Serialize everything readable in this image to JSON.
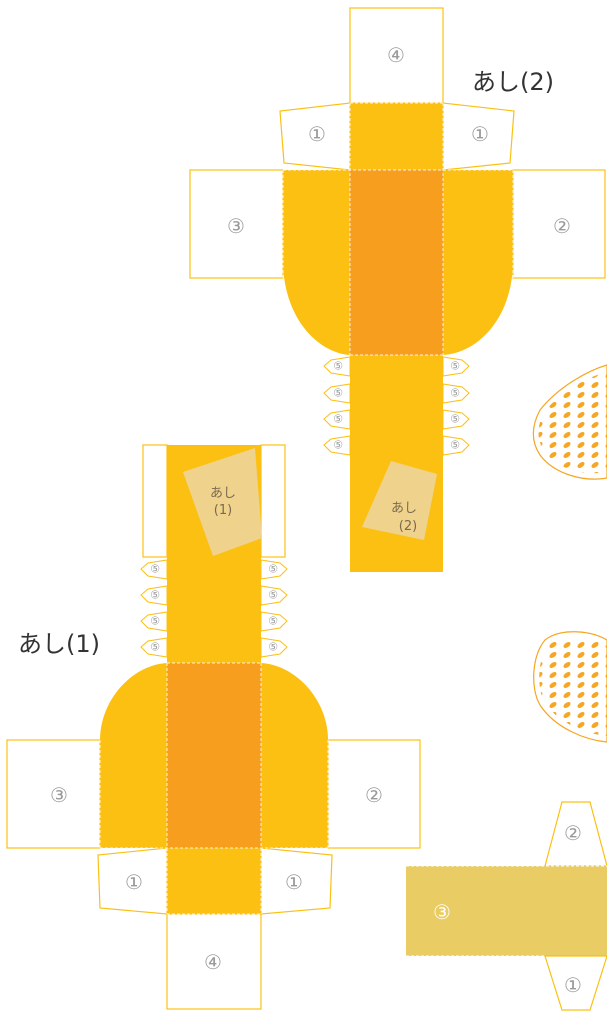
{
  "titles": {
    "leg2": "あし(2)",
    "leg1": "あし(1)"
  },
  "labels": {
    "n1": "①",
    "n2": "②",
    "n3": "③",
    "n4": "④",
    "n5": "⑤",
    "tag1_line1": "あし",
    "tag1_line2": "(1)",
    "tag2_line1": "あし",
    "tag2_line2": "(2)"
  },
  "colors": {
    "yellow": "#FCC013",
    "orange": "#F79E1F",
    "outline": "#FCC013",
    "khaki": "#E9CC63",
    "tag": "#EFD28C",
    "grain": "#F6A623"
  },
  "decor": {
    "grain_icon": "wheat-grain-icon"
  }
}
